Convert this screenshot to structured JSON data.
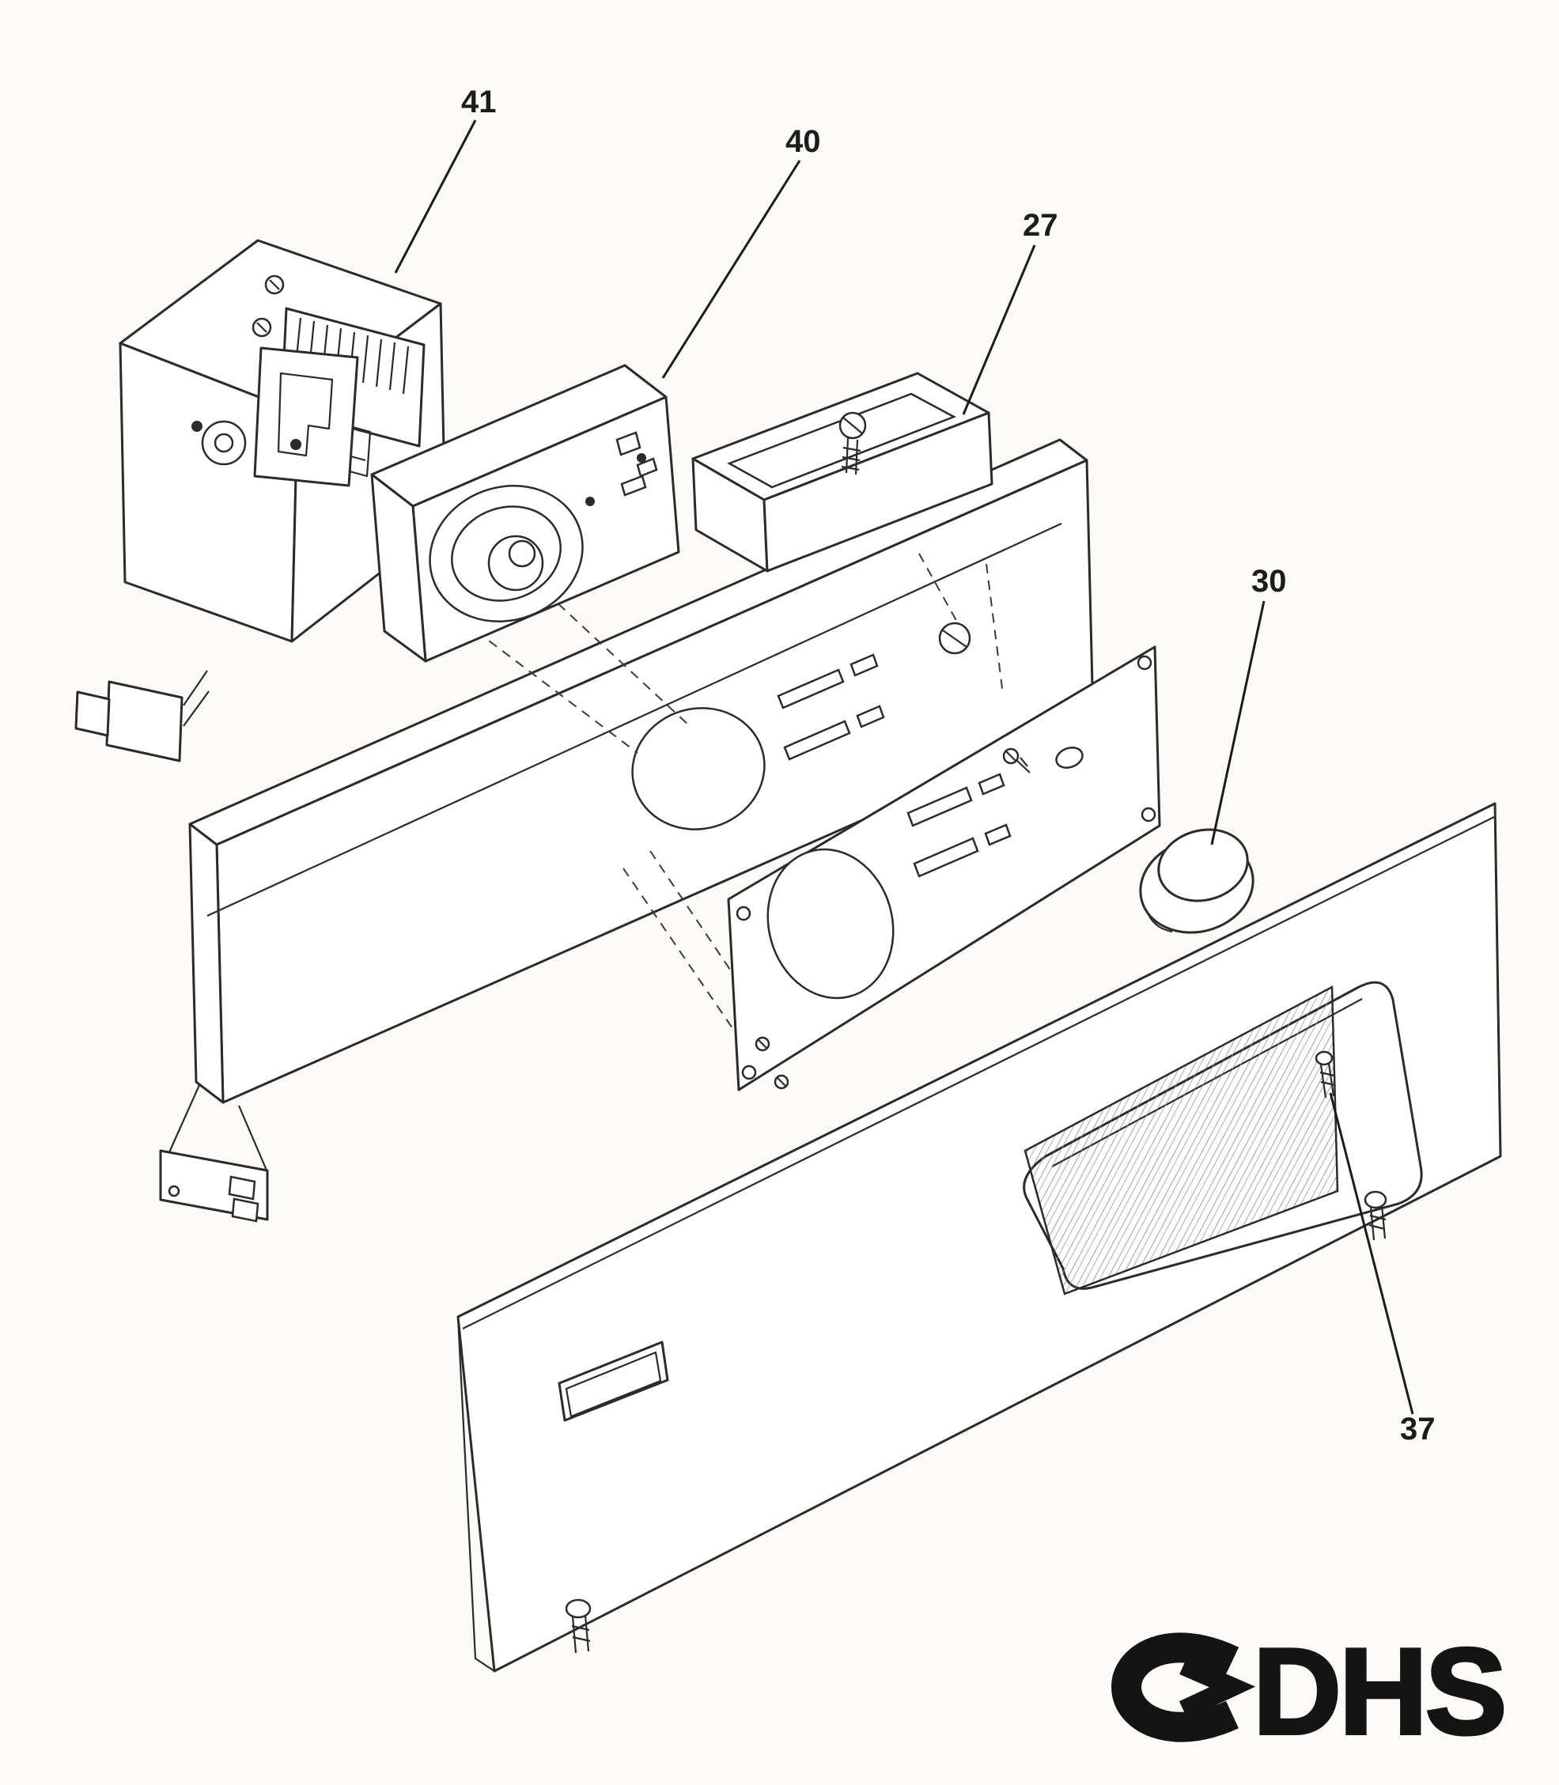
{
  "diagram": {
    "type": "exploded-parts-diagram",
    "callouts": [
      {
        "number": "41",
        "target": "timer-assembly"
      },
      {
        "number": "40",
        "target": "program-module"
      },
      {
        "number": "27",
        "target": "mounting-bracket"
      },
      {
        "number": "30",
        "target": "selector-knob"
      },
      {
        "number": "37",
        "target": "window-screw"
      }
    ],
    "logo": {
      "text": "DHS"
    },
    "colors": {
      "ink": "#2b2b2b",
      "paper": "#fbfaf7"
    }
  }
}
